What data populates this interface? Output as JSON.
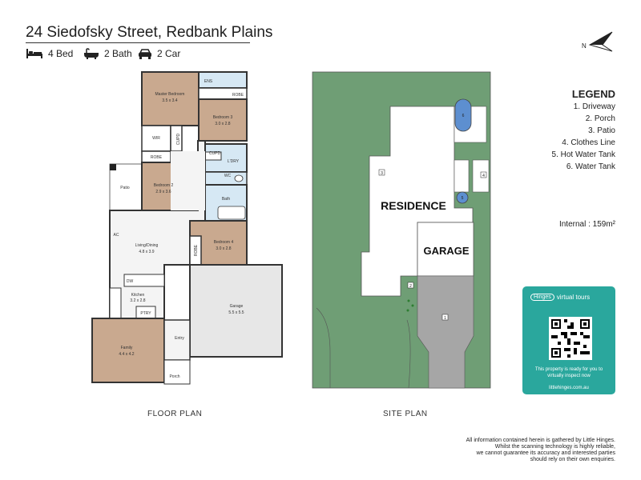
{
  "title": "24 Siedofsky Street, Redbank Plains",
  "specs": {
    "bed": "4 Bed",
    "bath": "2 Bath",
    "car": "2 Car"
  },
  "icons": {
    "bed": "bed-icon",
    "bath": "bath-icon",
    "car": "car-icon",
    "north": "north-arrow-icon"
  },
  "north_label": "N",
  "floor_plan": {
    "caption": "FLOOR PLAN",
    "rooms": {
      "master": {
        "name": "Master Bedroom",
        "size": "3.5 x 3.4"
      },
      "ens": "ENS",
      "robe_top": "ROBE",
      "bed3": {
        "name": "Bedroom 3",
        "size": "3.0 x 2.8"
      },
      "wir": "WIR",
      "cupd1": "CUPD",
      "robe_mid": "ROBE",
      "cupd2": "CUPD",
      "ldry": "L'DRY",
      "wc": "WC",
      "patio": "Patio",
      "bed2": {
        "name": "Bedroom 2",
        "size": "2.9 x 3.6"
      },
      "bath": "Bath",
      "living": {
        "name": "Living/Dining",
        "size": "4.8 x 3.9"
      },
      "ac": "AC",
      "bed4": {
        "name": "Bedroom 4",
        "size": "3.0 x 2.8"
      },
      "robe_b4": "ROBE",
      "dw": "DW",
      "kitchen": {
        "name": "Kitchen",
        "size": "3.2 x 2.8"
      },
      "ptry": "PTRY",
      "garage": {
        "name": "Garage",
        "size": "5.5 x 5.5"
      },
      "family": {
        "name": "Family",
        "size": "4.4 x 4.2"
      },
      "entry": "Entry",
      "porch": "Porch"
    }
  },
  "site_plan": {
    "caption": "SITE PLAN",
    "residence": "RESIDENCE",
    "garage": "GARAGE",
    "markers": [
      "1",
      "2",
      "3",
      "4",
      "5",
      "6"
    ]
  },
  "legend": {
    "title": "LEGEND",
    "items": [
      "1. Driveway",
      "2. Porch",
      "3. Patio",
      "4. Clothes Line",
      "5. Hot Water Tank",
      "6. Water Tank"
    ]
  },
  "internal": "Internal : 159m²",
  "promo": {
    "brand": "Hinges",
    "brand_suffix": "virtual tours",
    "text": "This property is ready for you to virtually inspect now",
    "url": "littlehinges.com.au"
  },
  "disclaimer": "All information contained herein is gathered by Little Hinges.\nWhilst the scanning technology is highly reliable,\nwe cannot guarantee its accuracy and interested parties\nshould rely on their own enquiries.",
  "colors": {
    "grass": "#6f9e75",
    "slab": "#ffffff",
    "driveway": "#a6a6a6",
    "timber": "#c9a98f",
    "tile": "#d6e8f4",
    "garage_floor": "#e7e7e7",
    "accent": "#2aa79d"
  }
}
